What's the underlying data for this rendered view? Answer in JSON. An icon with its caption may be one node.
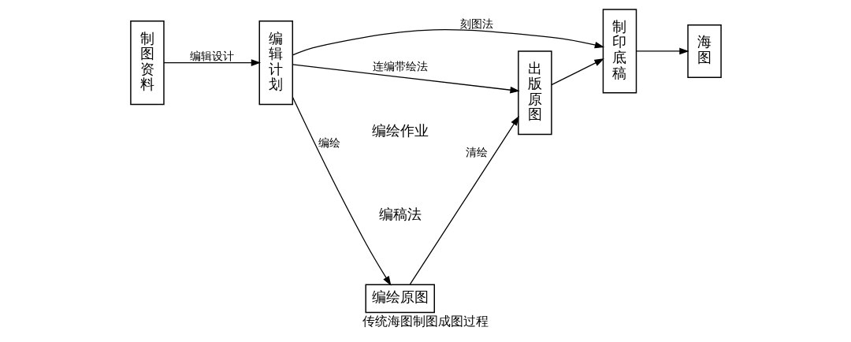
{
  "diagram": {
    "title": "编绘作业",
    "caption": "传统海图制图成图过程",
    "nodes": [
      {
        "text": [
          "制图资料"
        ]
      },
      {
        "text": [
          "编辑计划"
        ]
      },
      {
        "text": [
          "编绘原图"
        ]
      },
      {
        "text": [
          "出版原图"
        ]
      },
      {
        "text": [
          "制印底稿"
        ]
      },
      {
        "text": [
          "海图"
        ]
      }
    ],
    "edges": [
      {
        "from": 0,
        "to": 1,
        "arrow": "to",
        "label": "编辑设计"
      },
      {
        "from": 1,
        "to": 2,
        "arrow": "to",
        "label": "编绘"
      },
      {
        "from": 2,
        "to": 3,
        "arrow": "to",
        "label": "清绘"
      },
      {
        "from": 1,
        "to": 3,
        "arrow": "to",
        "label": "连编带绘法"
      },
      {
        "from": 1,
        "to": 4,
        "arrow": "to",
        "label": "刻图法"
      },
      {
        "from": 3,
        "to": 4,
        "arrow": "to"
      },
      {
        "from": 4,
        "to": 5,
        "arrow": "to"
      }
    ],
    "labels": [
      "编稿法"
    ]
  }
}
